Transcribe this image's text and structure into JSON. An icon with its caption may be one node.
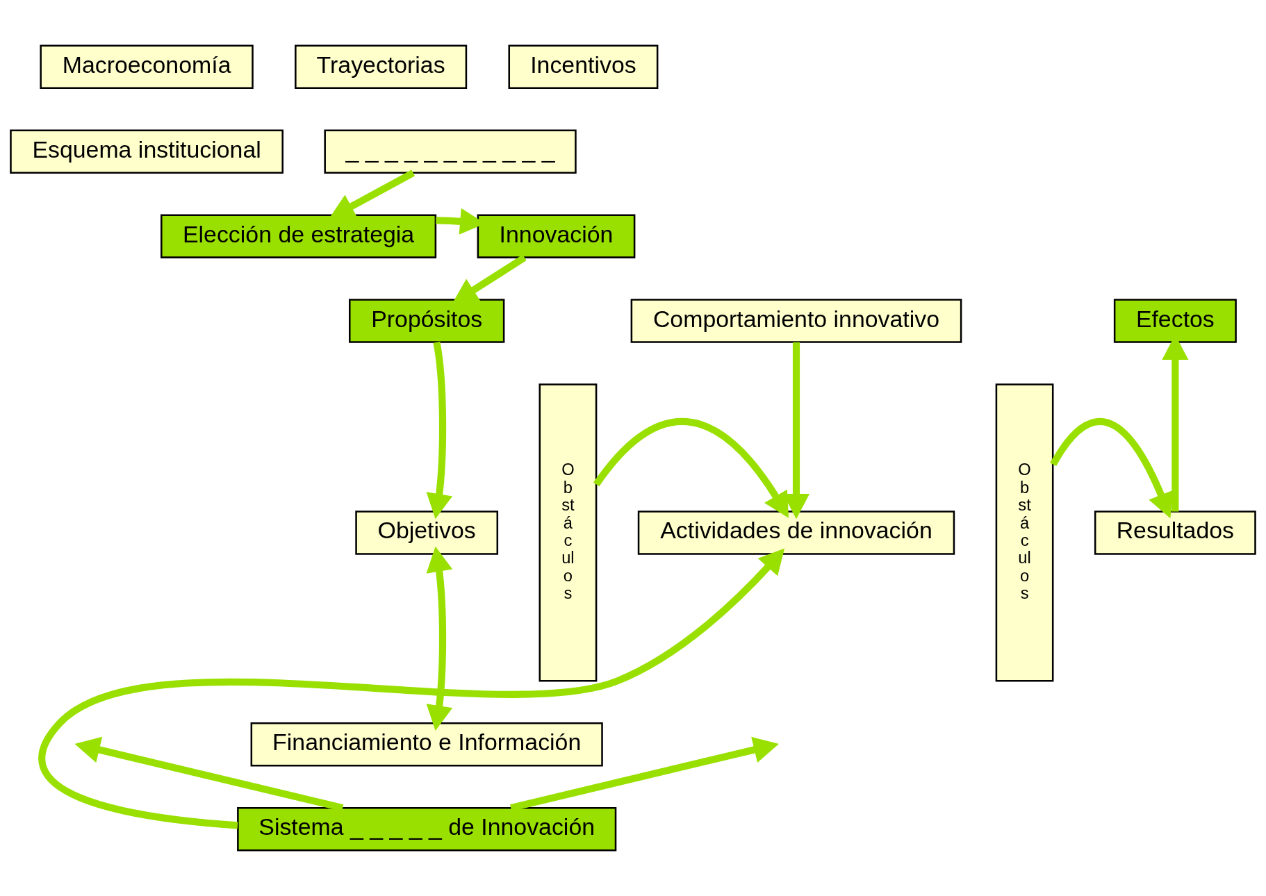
{
  "diagram": {
    "nodes": [
      {
        "text": [
          "Macroeconomía"
        ]
      },
      {
        "text": [
          "Trayectorias"
        ]
      },
      {
        "text": [
          "Incentivos"
        ]
      },
      {
        "text": [
          "Esquema institucional"
        ]
      },
      {
        "text": [
          "_ _ _ _ _ _ _ _ _ _ _"
        ]
      },
      {
        "text": [
          "Elección de estrategia"
        ]
      },
      {
        "text": [
          "Innovación"
        ]
      },
      {
        "text": [
          "Propósitos"
        ]
      },
      {
        "text": [
          "Comportamiento innovativo"
        ]
      },
      {
        "text": [
          "Efectos"
        ]
      },
      {
        "text": [
          "Objetivos"
        ]
      },
      {
        "text": [
          "O b st á c ul o s"
        ]
      },
      {
        "text": [
          "Actividades de innovación"
        ]
      },
      {
        "text": [
          "O b st á c ul o s"
        ]
      },
      {
        "text": [
          "Resultados"
        ]
      },
      {
        "text": [
          "Financiamiento e Información"
        ]
      },
      {
        "text": [
          "Sistema _ _ _ _ _ de Innovación"
        ]
      }
    ],
    "edges": [
      {
        "from": 4,
        "to": 5,
        "arrow": "to"
      },
      {
        "from": 5,
        "to": 6,
        "arrow": "to"
      },
      {
        "from": 6,
        "to": 7,
        "arrow": "to"
      },
      {
        "from": 7,
        "to": 10,
        "arrow": "to"
      },
      {
        "from": 10,
        "to": 15,
        "arrow": "both"
      },
      {
        "from": 8,
        "to": 12,
        "arrow": "to"
      },
      {
        "from": 11,
        "to": 12,
        "arrow": "to"
      },
      {
        "from": 13,
        "to": 14,
        "arrow": "to"
      },
      {
        "from": 14,
        "to": 9,
        "arrow": "to"
      },
      {
        "from": 16,
        "to": 12,
        "arrow": "to"
      },
      {
        "from": 16,
        "to": null,
        "arrow": "to"
      },
      {
        "from": 16,
        "to": null,
        "arrow": "to"
      }
    ]
  }
}
